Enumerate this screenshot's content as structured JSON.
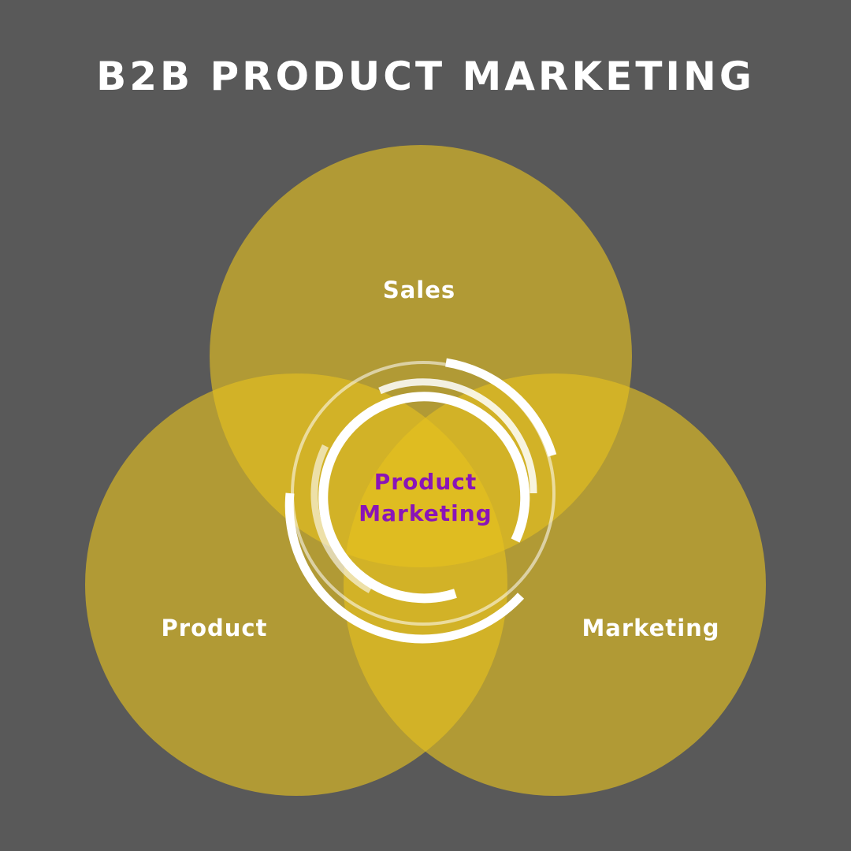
{
  "title": "B2B PRODUCT MARKETING",
  "circles": {
    "top": "Sales",
    "left": "Product",
    "right": "Marketing"
  },
  "center": {
    "line1": "Product",
    "line2": "Marketing"
  },
  "colors": {
    "background": "#595959",
    "circle_fill": "#e6c21e",
    "circle_opacity": 0.62,
    "text": "#ffffff",
    "center_text": "#8a14b8",
    "ring": "#ffffff"
  }
}
